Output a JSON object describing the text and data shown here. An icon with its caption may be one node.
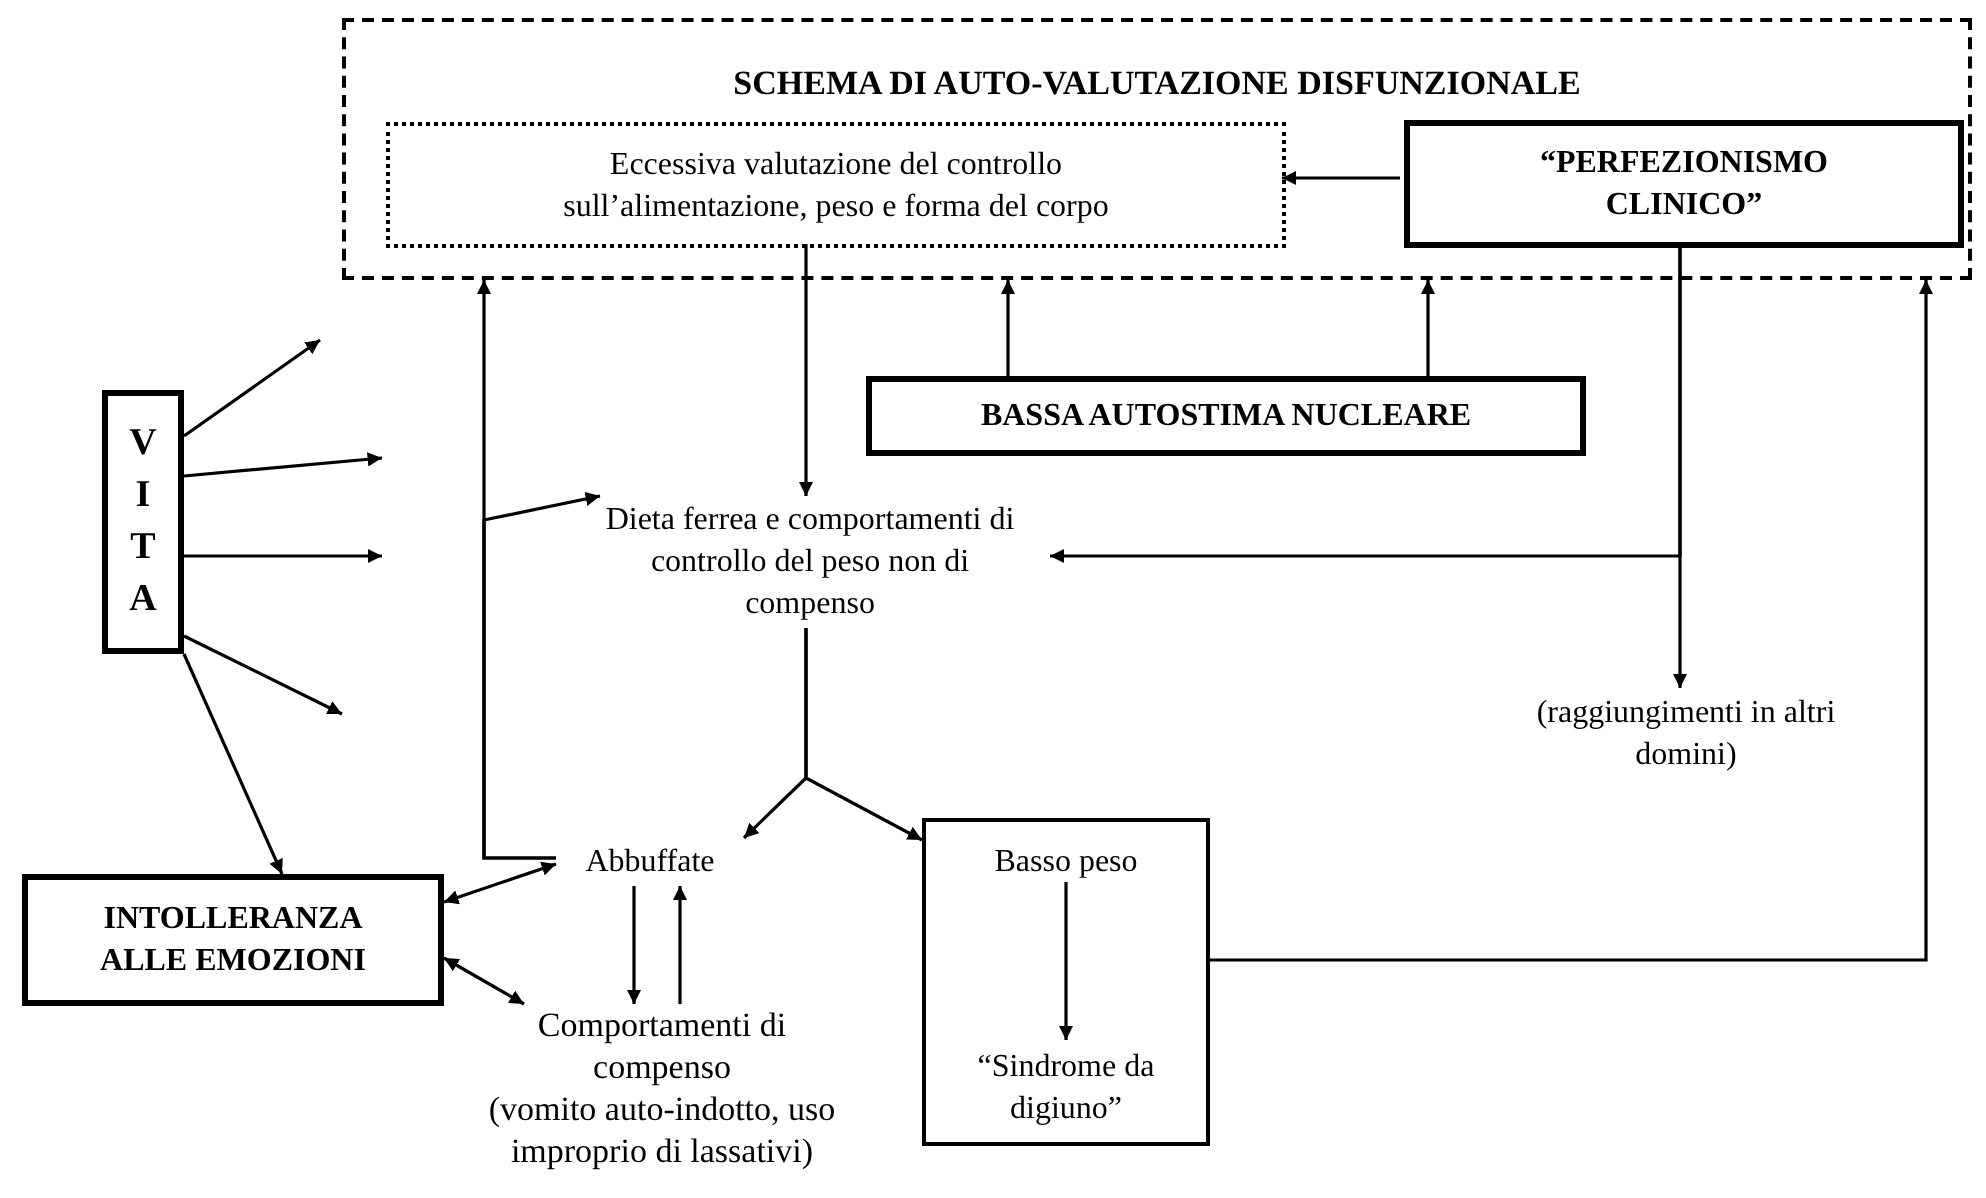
{
  "diagram": {
    "nodes": [
      {
        "text": [
          "SCHEMA DI AUTO-VALUTAZIONE DISFUNZIONALE"
        ]
      },
      {
        "text": [
          "Eccessiva valutazione del controllo sull’alimentazione, peso e forma del corpo"
        ],
        "in": 0
      },
      {
        "text": [
          "“PERFEZIONISMO CLINICO”"
        ],
        "in": 0
      },
      {
        "text": [
          "BASSA AUTOSTIMA NUCLEARE"
        ]
      },
      {
        "text": [
          "VITA"
        ]
      },
      {
        "text": [
          "Dieta ferrea e comportamenti di controllo del peso non di compenso"
        ]
      },
      {
        "text": [
          "(raggiungimenti in altri domini)"
        ]
      },
      {
        "text": [
          "Abbuffate"
        ]
      },
      {
        "text": [
          "INTOLLERANZA ALLE EMOZIONI"
        ]
      },
      {
        "text": [
          "Comportamenti di compenso",
          "(vomito auto-indotto, uso improprio di lassativi)"
        ]
      },
      {
        "text": [],
        "shape": "box"
      },
      {
        "text": [
          "Basso peso"
        ],
        "in": 10
      },
      {
        "text": [
          "“Sindrome da digiuno”"
        ],
        "in": 10
      }
    ],
    "edges": [
      {
        "from": 2,
        "to": 1,
        "arrow": "to"
      },
      {
        "from": 1,
        "to": 5,
        "arrow": "to"
      },
      {
        "from": 3,
        "to": 0,
        "arrow": "to"
      },
      {
        "from": 3,
        "to": 0,
        "arrow": "to"
      },
      {
        "from": 2,
        "to": 5,
        "arrow": "to"
      },
      {
        "from": 2,
        "to": 6,
        "arrow": "to"
      },
      {
        "from": 4,
        "to": null,
        "arrow": "to"
      },
      {
        "from": 4,
        "to": null,
        "arrow": "to"
      },
      {
        "from": 4,
        "to": null,
        "arrow": "to"
      },
      {
        "from": 4,
        "to": null,
        "arrow": "to"
      },
      {
        "from": 4,
        "to": 8,
        "arrow": "to"
      },
      {
        "from": 7,
        "to": 0,
        "arrow": "to"
      },
      {
        "from": 7,
        "to": 5,
        "arrow": "to"
      },
      {
        "from": 5,
        "to": 7,
        "arrow": "to"
      },
      {
        "from": 5,
        "to": 10,
        "arrow": "to"
      },
      {
        "from": 8,
        "to": 7,
        "arrow": "both"
      },
      {
        "from": 8,
        "to": 9,
        "arrow": "both"
      },
      {
        "from": 7,
        "to": 9,
        "arrow": "to"
      },
      {
        "from": 9,
        "to": 7,
        "arrow": "to"
      },
      {
        "from": 11,
        "to": 12,
        "arrow": "to"
      },
      {
        "from": 10,
        "to": 0,
        "arrow": "to"
      }
    ]
  }
}
